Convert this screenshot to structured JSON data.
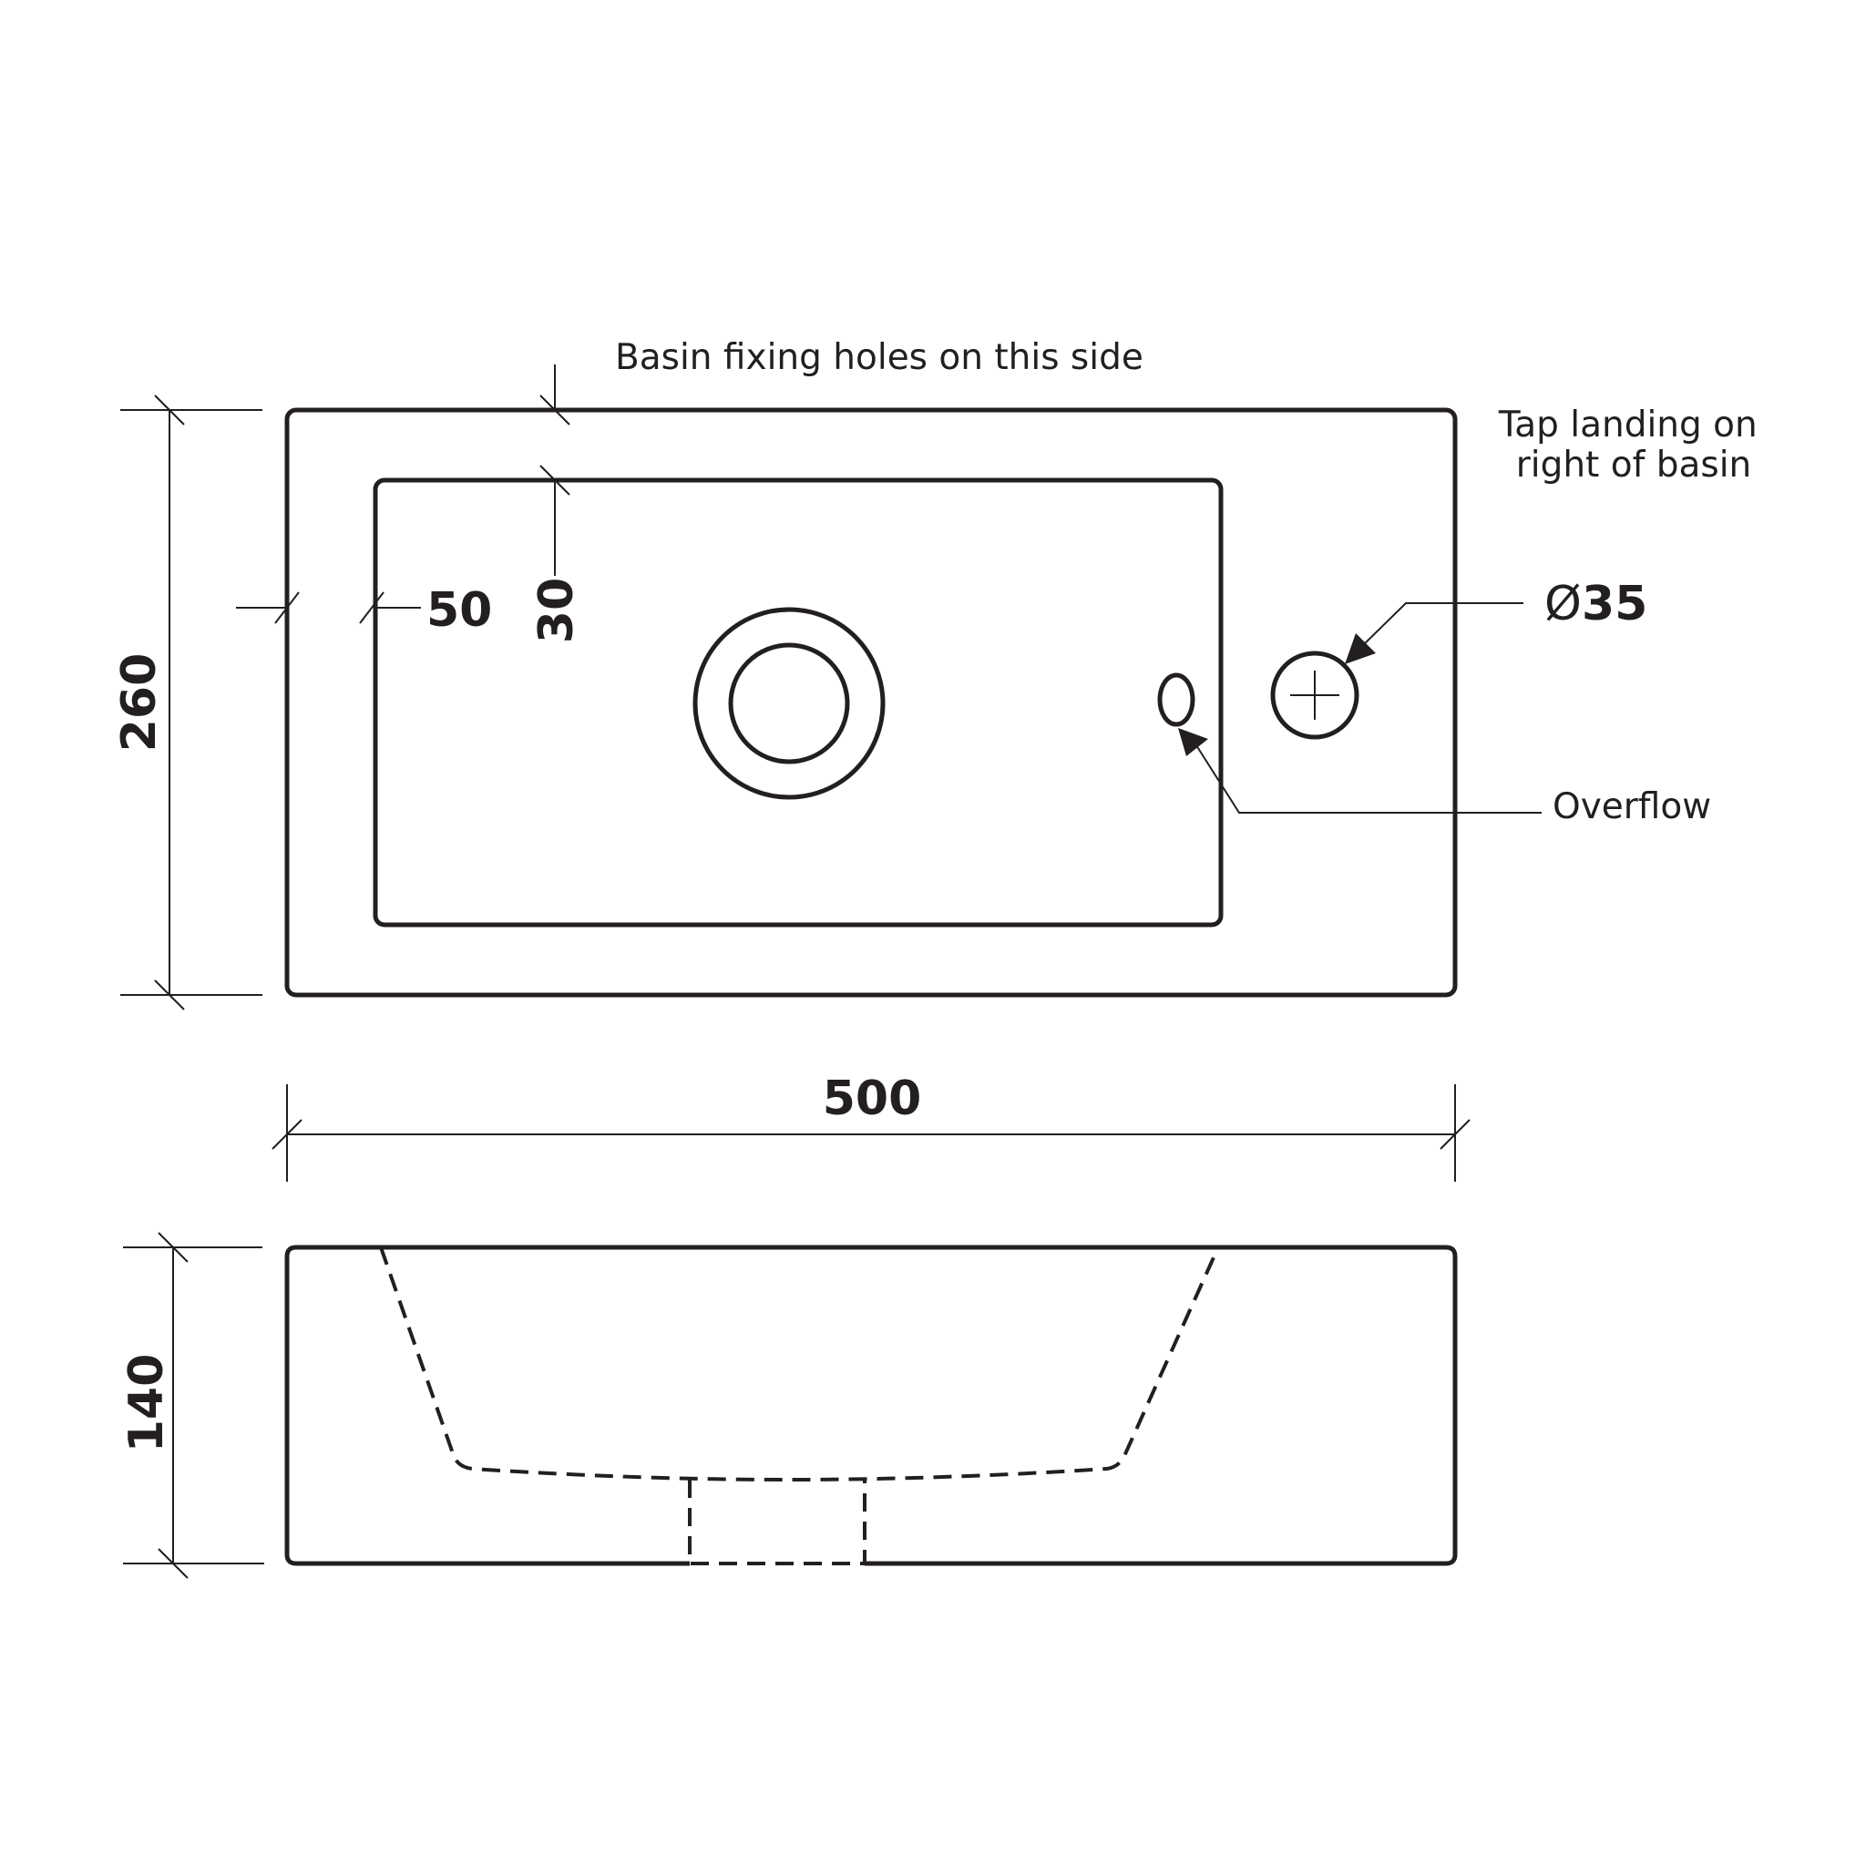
{
  "drawing": {
    "title": "Basin technical drawing",
    "line_color": "#231f20",
    "background": "#ffffff"
  },
  "plan_view": {
    "notes": {
      "fixing_holes": "Basin fixing holes on this side",
      "tap_landing_line1": "Tap landing on",
      "tap_landing_line2": "right of basin",
      "overflow": "Overflow"
    },
    "dimensions": {
      "depth": "260",
      "side_margin": "50",
      "back_margin": "30",
      "tap_hole_symbol": "Ø",
      "tap_hole_value": "35"
    },
    "features": [
      "drain-waste",
      "overflow-hole",
      "tap-hole"
    ]
  },
  "width_dimension": {
    "width": "500"
  },
  "side_view": {
    "dimensions": {
      "height": "140"
    }
  }
}
